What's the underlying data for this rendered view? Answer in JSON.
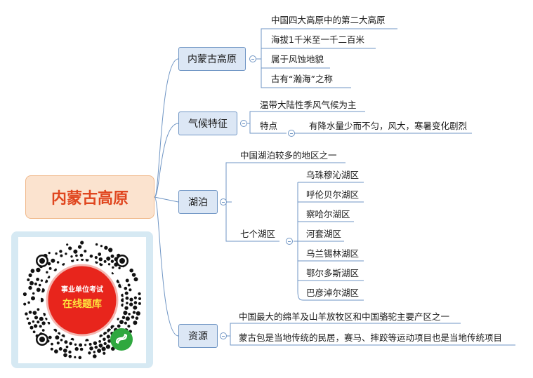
{
  "root": {
    "label": "内蒙古高原"
  },
  "branches": {
    "plateau": {
      "label": "内蒙古高原",
      "items": [
        "中国四大高原中的第二大高原",
        "海拔1千米至一千二百米",
        "属于风蚀地貌",
        "古有“瀚海”之称"
      ]
    },
    "climate": {
      "label": "气候特征",
      "items": [
        "温带大陆性季风气候为主"
      ],
      "feature_label": "特点",
      "feature_value": "有降水量少而不匀，风大，寒暑变化剧烈"
    },
    "lakes": {
      "label": "湖泊",
      "items": [
        "中国湖泊较多的地区之一"
      ],
      "group_label": "七个湖区",
      "group_items": [
        "乌珠穆沁湖区",
        "呼伦贝尔湖区",
        "察哈尔湖区",
        "河套湖区",
        "乌兰锡林湖区",
        "鄂尔多斯湖区",
        "巴彦淖尔湖区"
      ]
    },
    "resources": {
      "label": "资源",
      "items": [
        "中国最大的绵羊及山羊放牧区和中国骆驼主要产区之一",
        "蒙古包是当地传统的民居，赛马、摔跤等运动项目也是当地传统项目"
      ]
    }
  },
  "qr": {
    "line1": "事业单位考试",
    "line2": "在线题库"
  },
  "colors": {
    "line": "#6f95c4",
    "root_text": "#e0461f",
    "root_fill": "#fbe3cf",
    "branch_fill": "#dce7f5",
    "badge_red": "#e8251c",
    "badge_text": "#ffe33d"
  }
}
